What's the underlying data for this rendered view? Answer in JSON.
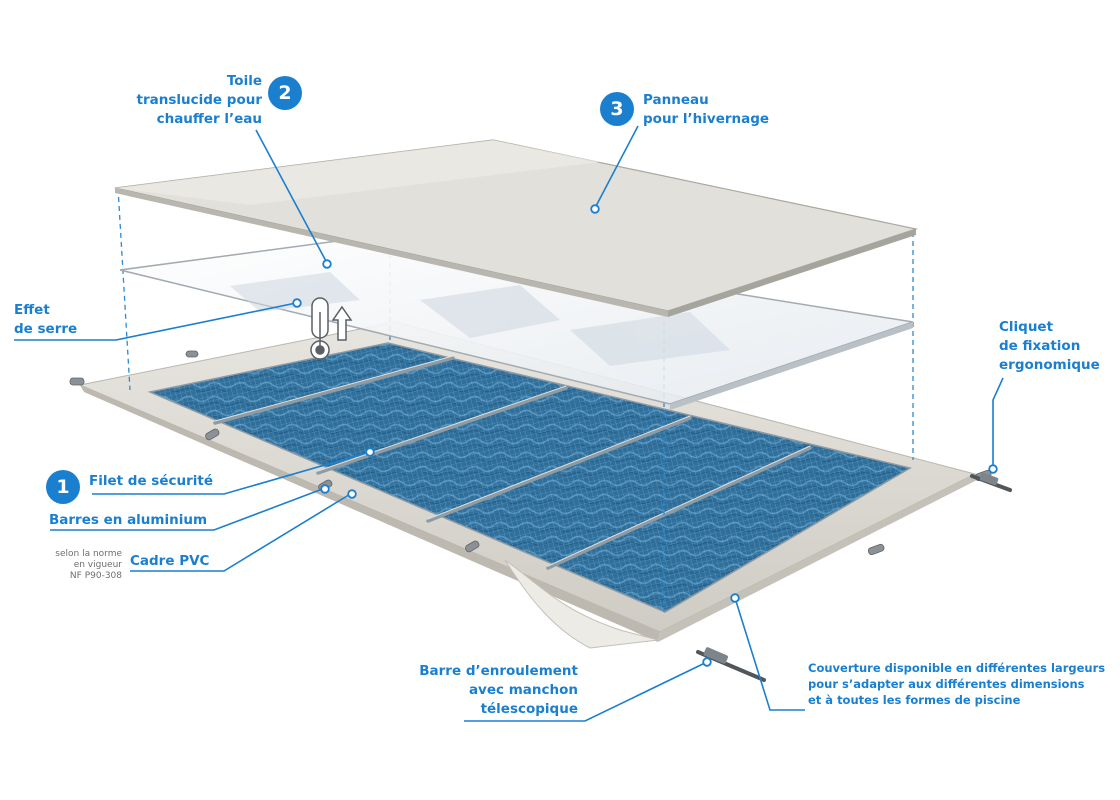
{
  "colors": {
    "accent": "#1a7fcf",
    "water": "#2d6d9a",
    "canvas": "#dddad2",
    "note_gray": "#6e6e6e"
  },
  "icons": [
    "thermometer-icon",
    "arrow-up-icon"
  ],
  "badges": {
    "net": "1",
    "toile": "2",
    "panneau": "3"
  },
  "labels": {
    "toile": [
      "Toile",
      "translucide pour",
      "chauffer l’eau"
    ],
    "panneau": [
      "Panneau",
      "pour l’hivernage"
    ],
    "effet": [
      "Effet",
      "de serre"
    ],
    "cliquet": [
      "Cliquet",
      "de fixation",
      "ergonomique"
    ],
    "filet": "Filet de sécurité",
    "barres": "Barres en aluminium",
    "cadre": "Cadre PVC",
    "norme": [
      "selon la norme",
      "en vigueur",
      "NF P90-308"
    ],
    "barre_enroulement": [
      "Barre d’enroulement",
      "avec manchon",
      "télescopique"
    ],
    "couverture": [
      "Couverture disponible en différentes largeurs",
      "pour s’adapter aux différentes dimensions",
      "et à toutes les formes de piscine"
    ]
  }
}
